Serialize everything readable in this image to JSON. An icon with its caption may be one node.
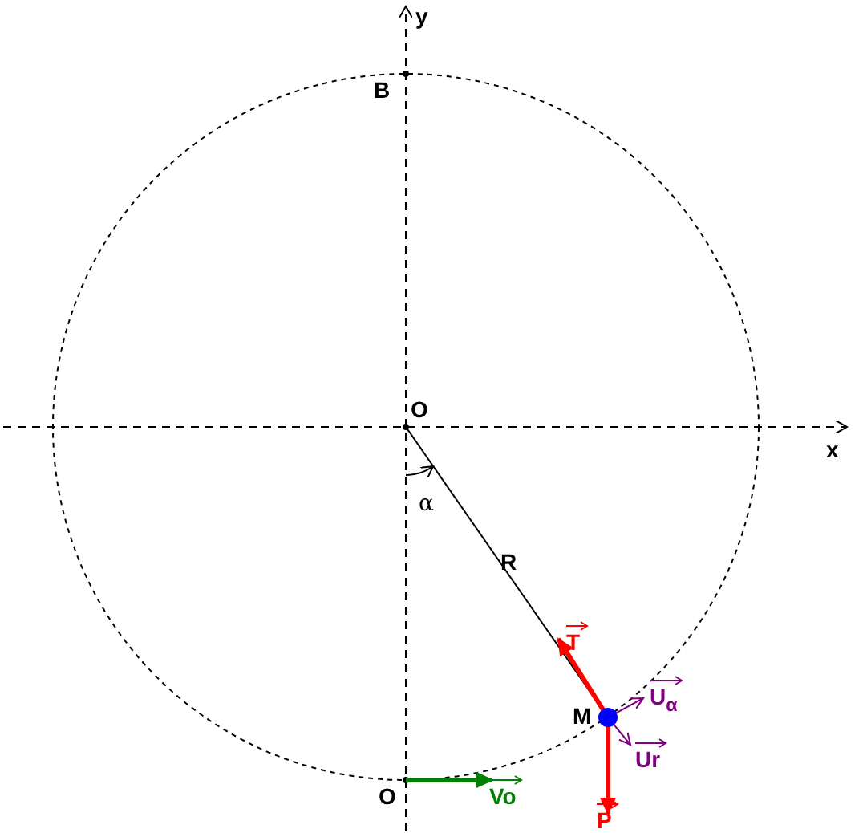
{
  "diagram": {
    "labels": [
      "y",
      "B",
      "O",
      "x",
      "α",
      "R",
      "T",
      "M",
      "U$_{α}$",
      "Ur",
      "O",
      "Vo",
      "P"
    ]
  }
}
